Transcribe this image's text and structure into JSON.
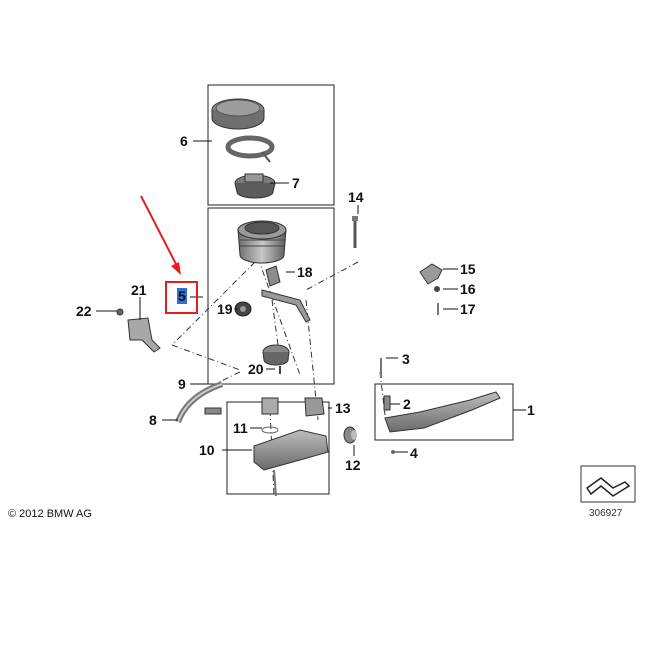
{
  "diagram": {
    "callouts": [
      {
        "key": "c1",
        "text": "1"
      },
      {
        "key": "c2",
        "text": "2"
      },
      {
        "key": "c3",
        "text": "3"
      },
      {
        "key": "c4",
        "text": "4"
      },
      {
        "key": "c5",
        "text": "5"
      },
      {
        "key": "c6",
        "text": "6"
      },
      {
        "key": "c7",
        "text": "7"
      },
      {
        "key": "c8",
        "text": "8"
      },
      {
        "key": "c9",
        "text": "9"
      },
      {
        "key": "c10",
        "text": "10"
      },
      {
        "key": "c11",
        "text": "11"
      },
      {
        "key": "c12",
        "text": "12"
      },
      {
        "key": "c13",
        "text": "13"
      },
      {
        "key": "c14",
        "text": "14"
      },
      {
        "key": "c15",
        "text": "15"
      },
      {
        "key": "c16",
        "text": "16"
      },
      {
        "key": "c17",
        "text": "17"
      },
      {
        "key": "c18",
        "text": "18"
      },
      {
        "key": "c19",
        "text": "19"
      },
      {
        "key": "c20",
        "text": "20"
      },
      {
        "key": "c21",
        "text": "21"
      },
      {
        "key": "c22",
        "text": "22"
      }
    ],
    "highlighted_callout": "5",
    "highlight_color": "#e02020",
    "selection_color": "#2f6fd6",
    "copyright": "© 2012 BMW AG",
    "document_number": "306927"
  }
}
